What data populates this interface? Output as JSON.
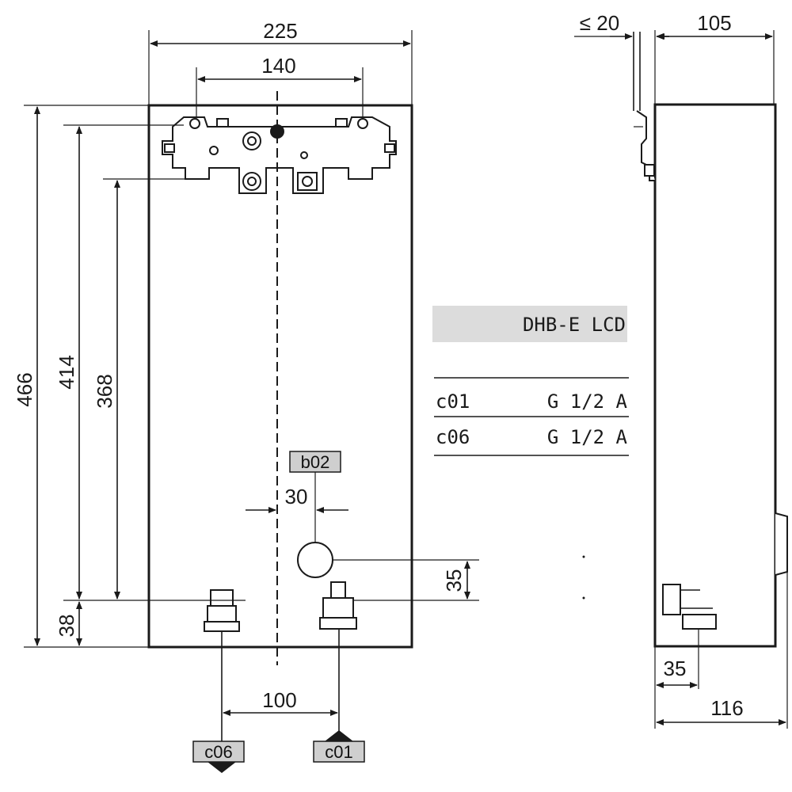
{
  "front_view": {
    "width_total": "225",
    "bracket_spacing": "140",
    "height_total": "466",
    "height_upper": "414",
    "height_mid": "368",
    "height_bottom": "38",
    "offset_b02": "30",
    "height_b02": "35",
    "connection_spacing": "100"
  },
  "side_view": {
    "gap": "≤ 20",
    "depth": "105",
    "connection_depth": "35",
    "total_depth": "116"
  },
  "labels": {
    "b02": "b02",
    "c06": "c06",
    "c01": "c01"
  },
  "spec_table": {
    "model": "DHB-E LCD",
    "rows": [
      {
        "code": "c01",
        "thread": "G 1/2 A"
      },
      {
        "code": "c06",
        "thread": "G 1/2 A"
      }
    ]
  },
  "colors": {
    "tag_fill": "#cfcfcf",
    "header_fill": "#dcdcdc",
    "ink": "#1a1a1a"
  }
}
